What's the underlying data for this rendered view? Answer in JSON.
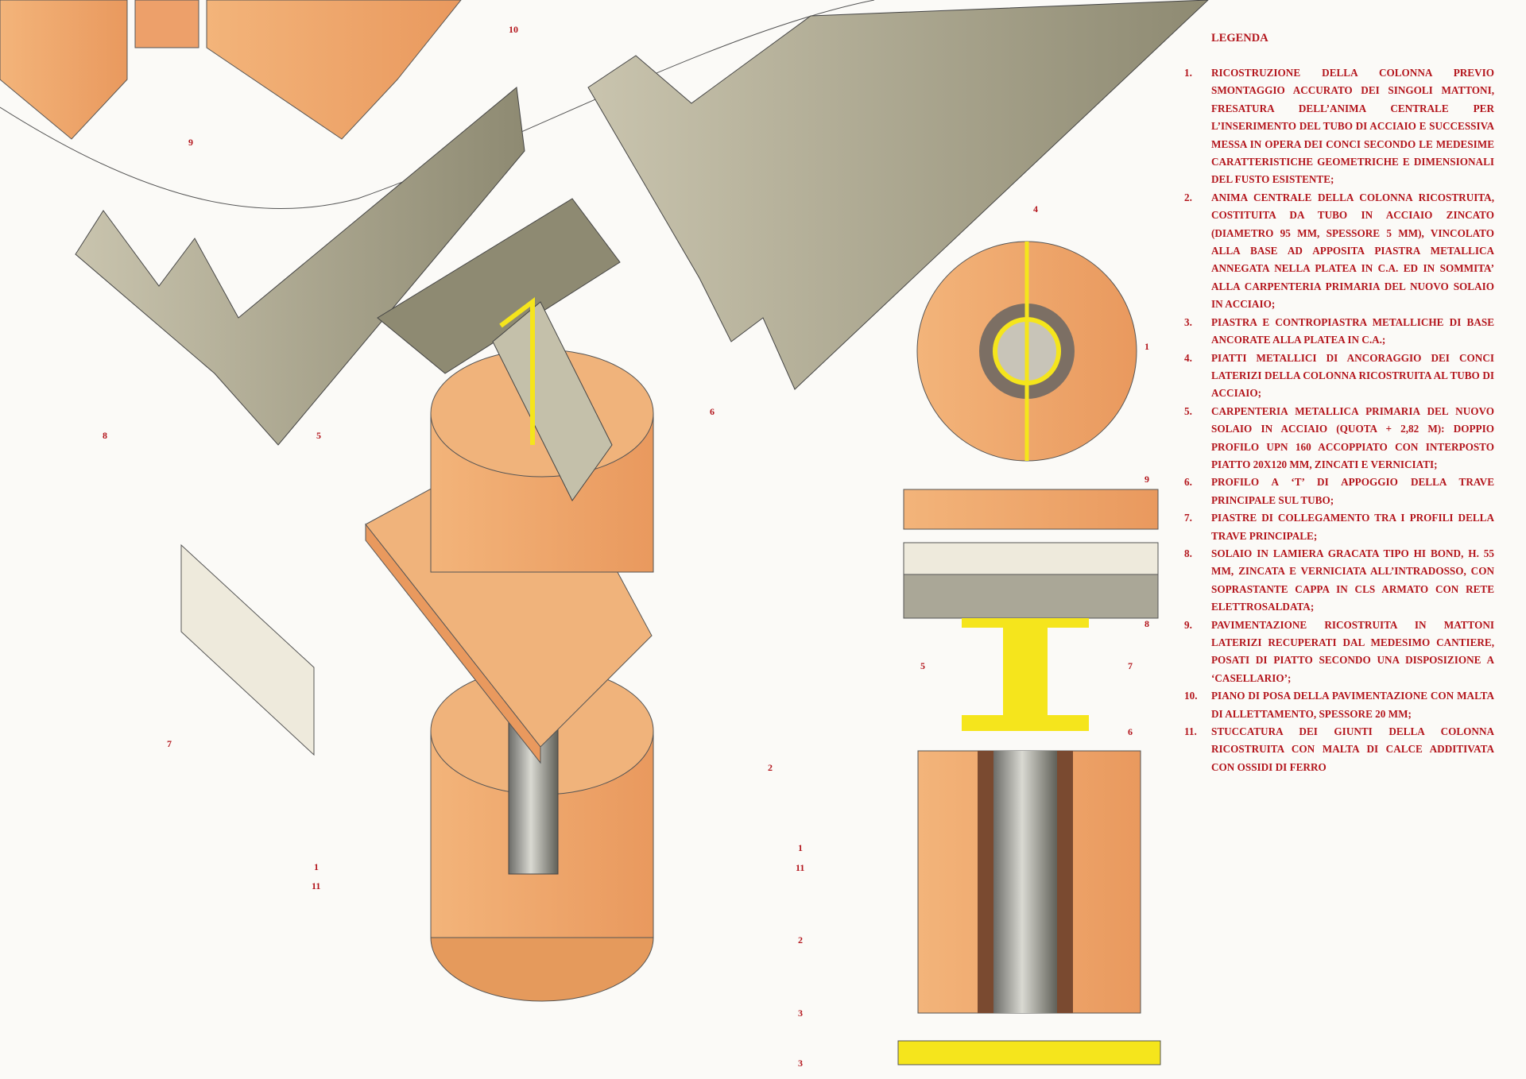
{
  "legend": {
    "title": "LEGENDA",
    "items": [
      {
        "num": "1.",
        "text": "RICOSTRUZIONE DELLA COLONNA PREVIO SMONTAGGIO ACCURATO DEI SINGOLI MATTONI, FRESATURA DELL’ANIMA CENTRALE PER L’INSERIMENTO DEL TUBO DI ACCIAIO E SUCCESSIVA MESSA IN OPERA DEI CONCI SECONDO LE MEDESIME CARATTERISTICHE GEOMETRICHE E DIMENSIONALI DEL FUSTO ESISTENTE;"
      },
      {
        "num": "2.",
        "text": "ANIMA CENTRALE DELLA COLONNA RICOSTRUITA, COSTITUITA DA TUBO IN ACCIAIO ZINCATO (DIAMETRO 95 MM, SPESSORE 5 MM), VINCOLATO ALLA BASE AD APPOSITA PIASTRA METALLICA ANNEGATA NELLA PLATEA IN C.A. ED IN SOMMITA’ ALLA CARPENTERIA PRIMARIA DEL NUOVO SOLAIO IN ACCIAIO;"
      },
      {
        "num": "3.",
        "text": "PIASTRA E CONTROPIASTRA METALLICHE DI BASE ANCORATE ALLA PLATEA IN C.A.;"
      },
      {
        "num": "4.",
        "text": "PIATTI METALLICI DI ANCORAGGIO DEI CONCI LATERIZI DELLA COLONNA RICOSTRUITA AL TUBO DI ACCIAIO;"
      },
      {
        "num": "5.",
        "text": "CARPENTERIA METALLICA PRIMARIA DEL NUOVO SOLAIO IN ACCIAIO (QUOTA + 2,82 M): DOPPIO PROFILO UPN 160 ACCOPPIATO CON INTERPOSTO PIATTO 20X120 MM, ZINCATI E VERNICIATI;"
      },
      {
        "num": "6.",
        "text": "PROFILO A ‘T’ DI APPOGGIO DELLA TRAVE PRINCIPALE SUL TUBO;"
      },
      {
        "num": "7.",
        "text": "PIASTRE DI COLLEGAMENTO TRA I PROFILI DELLA TRAVE PRINCIPALE;"
      },
      {
        "num": "8.",
        "text": "SOLAIO IN LAMIERA GRACATA TIPO HI BOND, H. 55 MM, ZINCATA E VERNICIATA ALL’INTRADOSSO, CON SOPRASTANTE CAPPA IN CLS ARMATO CON RETE ELETTROSALDATA;"
      },
      {
        "num": "9.",
        "text": "PAVIMENTAZIONE RICOSTRUITA IN MATTONI LATERIZI RECUPERATI DAL MEDESIMO CANTIERE, POSATI DI PIATTO SECONDO UNA DISPOSIZIONE A ‘CASELLARIO’;"
      },
      {
        "num": "10.",
        "text": "PIANO DI POSA DELLA PAVIMENTAZIONE CON MALTA DI ALLETTAMENTO, SPESSORE 20 MM;"
      },
      {
        "num": "11.",
        "text": "STUCCATURA DEI GIUNTI DELLA COLONNA RICOSTRUITA CON MALTA DI CALCE ADDITIVATA CON OSSIDI DI FERRO"
      }
    ]
  },
  "axon_labels": {
    "l10": "10",
    "l9": "9",
    "l8": "8",
    "l5": "5",
    "l6": "6",
    "l7": "7",
    "l2": "2",
    "l1": "1",
    "l11": "11"
  },
  "plan_labels": {
    "l4": "4",
    "l1": "1"
  },
  "section_labels": {
    "l9": "9",
    "l8": "8",
    "l5": "5",
    "l7": "7",
    "l6": "6",
    "l1": "1",
    "l11": "11",
    "l2": "2",
    "l3a": "3",
    "l3b": "3"
  },
  "colors": {
    "brick": "#eea56a",
    "steel": "#a9a48f",
    "yellow": "#f5e51c",
    "text": "#b3151c"
  }
}
